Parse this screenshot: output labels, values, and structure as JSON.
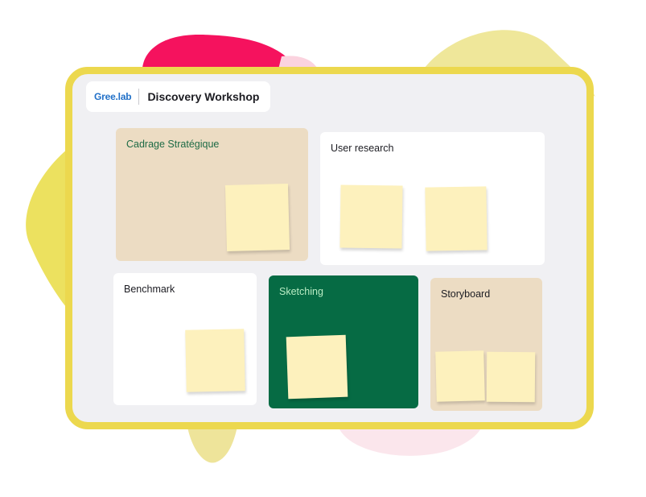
{
  "header": {
    "logo": "Gree.lab",
    "title": "Discovery Workshop"
  },
  "boards": {
    "cadrage": {
      "label": "Cadrage Stratégique"
    },
    "user_research": {
      "label": "User research"
    },
    "benchmark": {
      "label": "Benchmark"
    },
    "sketching": {
      "label": "Sketching"
    },
    "storyboard": {
      "label": "Storyboard"
    }
  },
  "colors": {
    "frame": "#ecd84e",
    "canvas": "#f0f0f3",
    "beige_board": "#ecdcc3",
    "green_board": "#066b44",
    "sticky_note": "#fdf1bd",
    "logo": "#2170c8",
    "blob_pink": "#f5125e",
    "blob_yellow": "#ece15f"
  }
}
